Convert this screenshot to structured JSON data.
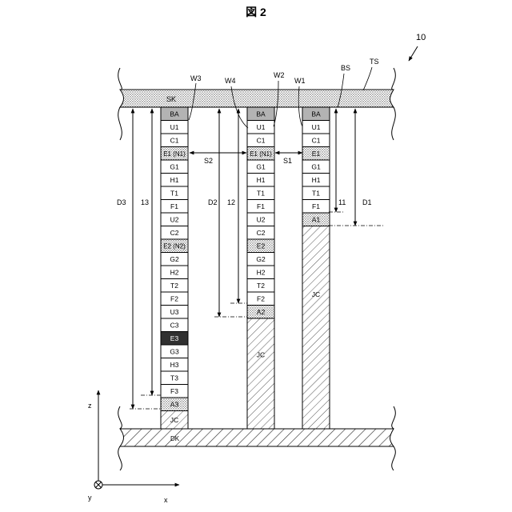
{
  "figure_title": "図 2",
  "device_label": "10",
  "labels": {
    "sk": "SK",
    "dk": "DK",
    "ts": "TS",
    "bs": "BS",
    "w1": "W1",
    "w2": "W2",
    "w3": "W3",
    "w4": "W4",
    "s1": "S1",
    "s2": "S2",
    "d1": "D1",
    "d2": "D2",
    "d3": "D3",
    "l1": "11",
    "l2": "12",
    "l3": "13"
  },
  "axes": {
    "z": "z",
    "x": "x",
    "y": "y"
  },
  "columns": [
    {
      "id": "col3",
      "cells": [
        {
          "label": "BA",
          "fill": "gray"
        },
        {
          "label": "U1",
          "fill": "white"
        },
        {
          "label": "C1",
          "fill": "white"
        },
        {
          "label": "E1 (N1)",
          "fill": "dots"
        },
        {
          "label": "G1",
          "fill": "white"
        },
        {
          "label": "H1",
          "fill": "white"
        },
        {
          "label": "T1",
          "fill": "white"
        },
        {
          "label": "F1",
          "fill": "white"
        },
        {
          "label": "U2",
          "fill": "white"
        },
        {
          "label": "C2",
          "fill": "white"
        },
        {
          "label": "E2 (N2)",
          "fill": "dots"
        },
        {
          "label": "G2",
          "fill": "white"
        },
        {
          "label": "H2",
          "fill": "white"
        },
        {
          "label": "T2",
          "fill": "white"
        },
        {
          "label": "F2",
          "fill": "white"
        },
        {
          "label": "U3",
          "fill": "white"
        },
        {
          "label": "C3",
          "fill": "white"
        },
        {
          "label": "E3",
          "fill": "dark"
        },
        {
          "label": "G3",
          "fill": "white"
        },
        {
          "label": "H3",
          "fill": "white"
        },
        {
          "label": "T3",
          "fill": "white"
        },
        {
          "label": "F3",
          "fill": "white"
        },
        {
          "label": "A3",
          "fill": "dots"
        },
        {
          "label": "JC",
          "fill": "hatch"
        }
      ]
    },
    {
      "id": "col2",
      "cells": [
        {
          "label": "BA",
          "fill": "gray"
        },
        {
          "label": "U1",
          "fill": "white"
        },
        {
          "label": "C1",
          "fill": "white"
        },
        {
          "label": "E1 (N1)",
          "fill": "dots"
        },
        {
          "label": "G1",
          "fill": "white"
        },
        {
          "label": "H1",
          "fill": "white"
        },
        {
          "label": "T1",
          "fill": "white"
        },
        {
          "label": "F1",
          "fill": "white"
        },
        {
          "label": "U2",
          "fill": "white"
        },
        {
          "label": "C2",
          "fill": "white"
        },
        {
          "label": "E2",
          "fill": "dots"
        },
        {
          "label": "G2",
          "fill": "white"
        },
        {
          "label": "H2",
          "fill": "white"
        },
        {
          "label": "T2",
          "fill": "white"
        },
        {
          "label": "F2",
          "fill": "white"
        },
        {
          "label": "A2",
          "fill": "dots"
        },
        {
          "label": "JC",
          "fill": "hatch"
        }
      ]
    },
    {
      "id": "col1",
      "cells": [
        {
          "label": "BA",
          "fill": "gray"
        },
        {
          "label": "U1",
          "fill": "white"
        },
        {
          "label": "C1",
          "fill": "white"
        },
        {
          "label": "E1",
          "fill": "dots"
        },
        {
          "label": "G1",
          "fill": "white"
        },
        {
          "label": "H1",
          "fill": "white"
        },
        {
          "label": "T1",
          "fill": "white"
        },
        {
          "label": "F1",
          "fill": "white"
        },
        {
          "label": "A1",
          "fill": "dots"
        },
        {
          "label": "JC",
          "fill": "hatch"
        }
      ]
    }
  ],
  "colors": {
    "line": "#000000",
    "gray": "#b3b3b3",
    "dark": "#303030"
  }
}
